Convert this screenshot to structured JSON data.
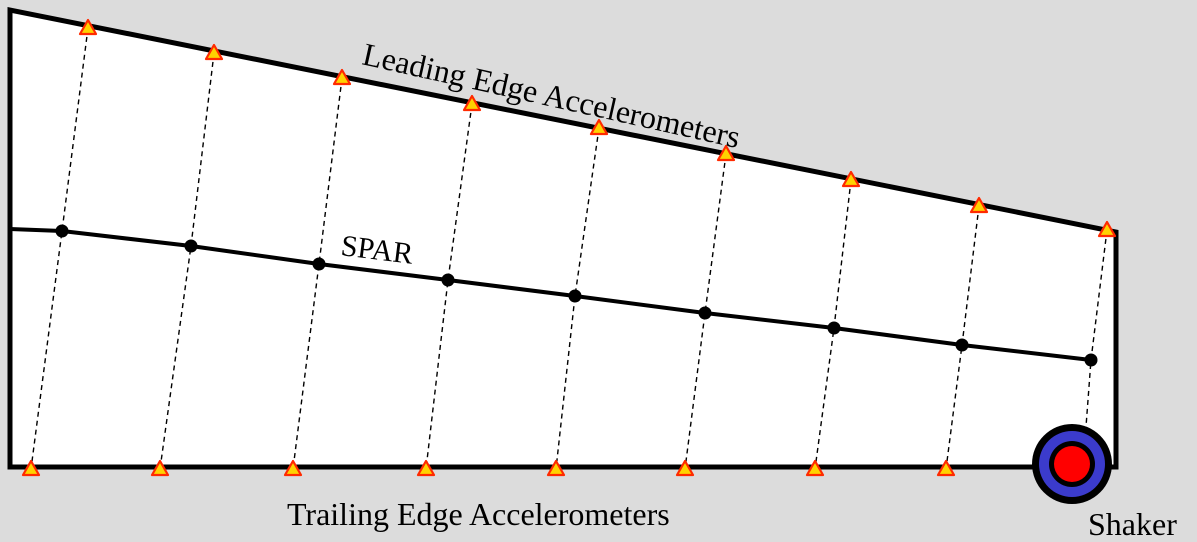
{
  "labels": {
    "leading_edge": "Leading Edge Accelerometers",
    "trailing_edge": "Trailing Edge Accelerometers",
    "spar": "SPAR",
    "shaker": "Shaker"
  },
  "counts": {
    "leading_edge_sensors": 9,
    "spar_nodes": 9,
    "trailing_edge_sensors": 8
  },
  "colors": {
    "background": "#dcdcdc",
    "panel_fill": "#ffffff",
    "outline": "#000000",
    "sensor_fill": "#ffd200",
    "sensor_stroke": "#ff2a00",
    "spar_node": "#000000",
    "shaker_outer": "#000000",
    "shaker_ring": "#3b3bcc",
    "shaker_core": "#ff0000"
  }
}
